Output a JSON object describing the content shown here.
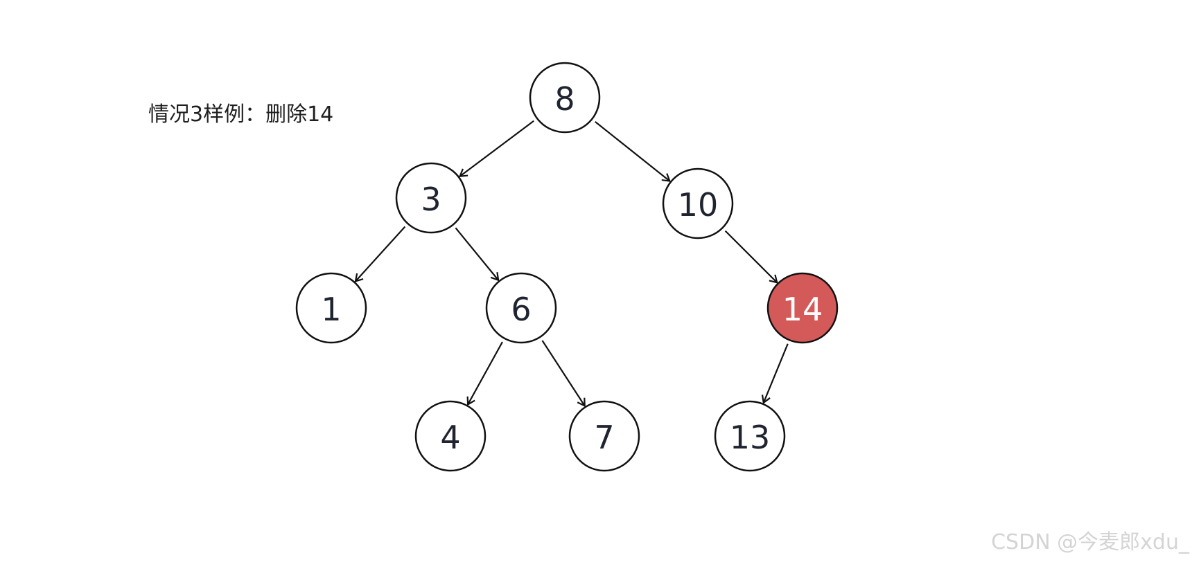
{
  "caption": "情况3样例：删除14",
  "watermark": "CSDN @今麦郎xdu_",
  "colors": {
    "node_fill": "#ffffff",
    "highlight_fill": "#d45a5a",
    "text": "#1f2430",
    "highlight_text": "#ffffff"
  },
  "nodes": [
    {
      "id": "n8",
      "label": "8",
      "highlighted": false
    },
    {
      "id": "n3",
      "label": "3",
      "highlighted": false
    },
    {
      "id": "n10",
      "label": "10",
      "highlighted": false
    },
    {
      "id": "n1",
      "label": "1",
      "highlighted": false
    },
    {
      "id": "n6",
      "label": "6",
      "highlighted": false
    },
    {
      "id": "n14",
      "label": "14",
      "highlighted": true
    },
    {
      "id": "n4",
      "label": "4",
      "highlighted": false
    },
    {
      "id": "n7",
      "label": "7",
      "highlighted": false
    },
    {
      "id": "n13",
      "label": "13",
      "highlighted": false
    }
  ],
  "edges": [
    {
      "from": "n8",
      "to": "n3"
    },
    {
      "from": "n8",
      "to": "n10"
    },
    {
      "from": "n3",
      "to": "n1"
    },
    {
      "from": "n3",
      "to": "n6"
    },
    {
      "from": "n10",
      "to": "n14"
    },
    {
      "from": "n6",
      "to": "n4"
    },
    {
      "from": "n6",
      "to": "n7"
    },
    {
      "from": "n14",
      "to": "n13"
    }
  ]
}
